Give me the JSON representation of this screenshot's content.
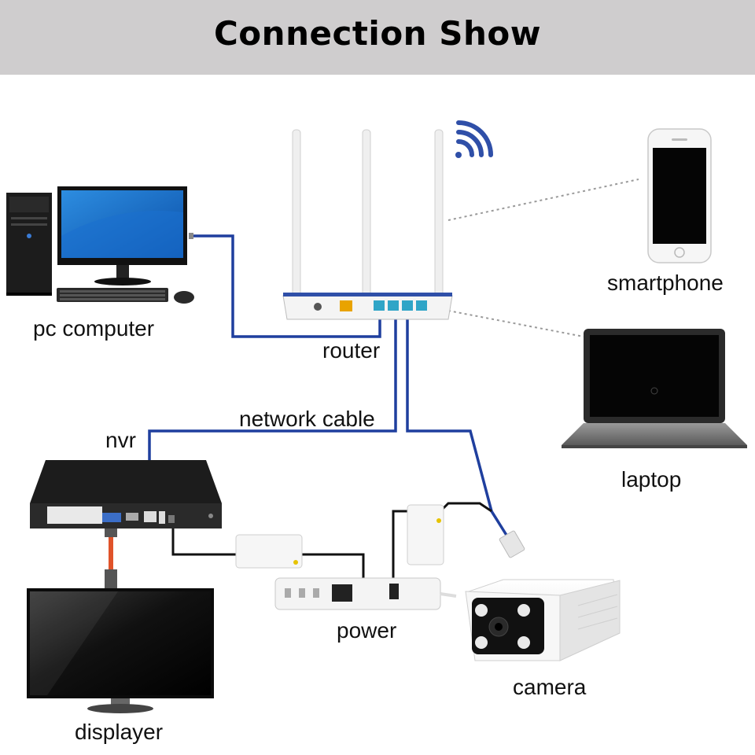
{
  "header": {
    "title": "Connection Show"
  },
  "labels": {
    "pc_computer": "pc computer",
    "router": "router",
    "smartphone": "smartphone",
    "laptop": "laptop",
    "network_cable": "network cable",
    "nvr": "nvr",
    "power": "power",
    "camera": "camera",
    "displayer": "displayer"
  },
  "colors": {
    "header_bg": "#cfcdce",
    "network_cable": "#1f3f9e",
    "power_cable": "#111111",
    "video_cable": "#e0532a",
    "wifi_dotted": "#9a9a9a"
  }
}
